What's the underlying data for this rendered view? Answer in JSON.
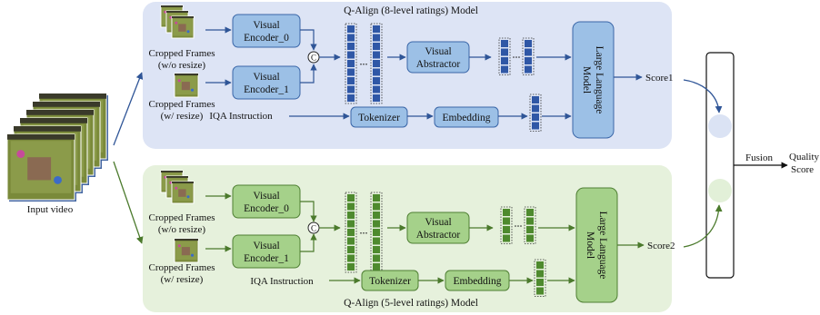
{
  "colors": {
    "top_panel": "#dde4f5",
    "bottom_panel": "#e6f1dc",
    "blue_box": "#9cc0e6",
    "blue_box_stroke": "#3a66a8",
    "blue_token": "#2f57a6",
    "blue_arrow": "#2f5597",
    "green_box": "#a5d18a",
    "green_box_stroke": "#4f7f33",
    "green_token": "#4e8a2e",
    "green_arrow": "#4b7a2c",
    "score_circle_top": "#dbe3f4",
    "score_circle_bottom": "#e2f0d8"
  },
  "input_label": "Input video",
  "fusion": {
    "label": "Fusion",
    "output": [
      "Quality",
      "Score"
    ]
  },
  "top": {
    "title": "Q-Align (8-level ratings) Model",
    "frames_noresize": [
      "Cropped Frames",
      "(w/o resize)"
    ],
    "frames_resize": [
      "Cropped Frames",
      "(w/ resize)"
    ],
    "encoder0": [
      "Visual",
      "Encoder_0"
    ],
    "encoder1": [
      "Visual",
      "Encoder_1"
    ],
    "concat": "C",
    "abstractor": [
      "Visual",
      "Abstractor"
    ],
    "llm": [
      "Large Language",
      "Model"
    ],
    "instruction": "IQA Instruction",
    "tokenizer": "Tokenizer",
    "embedding": "Embedding",
    "score": "Score1"
  },
  "bottom": {
    "title": "Q-Align (5-level ratings) Model",
    "frames_noresize": [
      "Cropped Frames",
      "(w/o resize)"
    ],
    "frames_resize": [
      "Cropped Frames",
      "(w/ resize)"
    ],
    "encoder0": [
      "Visual",
      "Encoder_0"
    ],
    "encoder1": [
      "Visual",
      "Encoder_1"
    ],
    "concat": "C",
    "abstractor": [
      "Visual",
      "Abstractor"
    ],
    "llm": [
      "Large Language",
      "Model"
    ],
    "instruction": "IQA Instruction",
    "tokenizer": "Tokenizer",
    "embedding": "Embedding",
    "score": "Score2"
  }
}
